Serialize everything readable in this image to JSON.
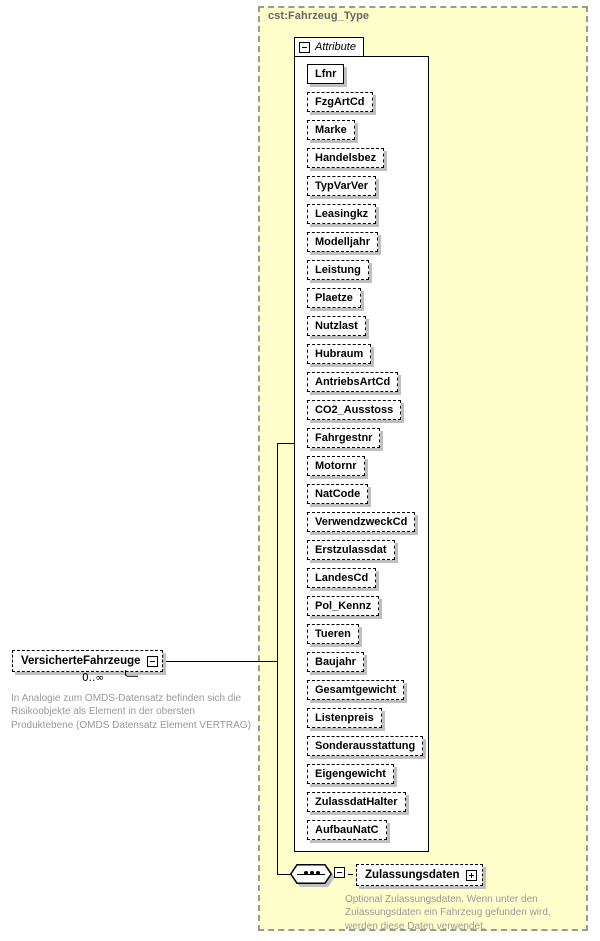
{
  "diagram": {
    "type": "xsd-schema-diagram",
    "colors": {
      "panel_background": "#ffffcc",
      "panel_border": "#999999",
      "box_background": "#ffffff",
      "box_border": "#000000",
      "shadow": "#c0c0c0",
      "annotation_text": "#999999",
      "title_text": "#666666"
    }
  },
  "type_panel": {
    "title": "cst:Fahrzeug_Type",
    "attribute_group": {
      "label": "Attribute",
      "toggle_icon": "minus-box-icon",
      "toggle_state": "expanded",
      "attributes": [
        {
          "name": "Lfnr",
          "use": "required"
        },
        {
          "name": "FzgArtCd",
          "use": "optional"
        },
        {
          "name": "Marke",
          "use": "optional"
        },
        {
          "name": "Handelsbez",
          "use": "optional"
        },
        {
          "name": "TypVarVer",
          "use": "optional"
        },
        {
          "name": "Leasingkz",
          "use": "optional"
        },
        {
          "name": "Modelljahr",
          "use": "optional"
        },
        {
          "name": "Leistung",
          "use": "optional"
        },
        {
          "name": "Plaetze",
          "use": "optional"
        },
        {
          "name": "Nutzlast",
          "use": "optional"
        },
        {
          "name": "Hubraum",
          "use": "optional"
        },
        {
          "name": "AntriebsArtCd",
          "use": "optional"
        },
        {
          "name": "CO2_Ausstoss",
          "use": "optional"
        },
        {
          "name": "Fahrgestnr",
          "use": "optional"
        },
        {
          "name": "Motornr",
          "use": "optional"
        },
        {
          "name": "NatCode",
          "use": "optional"
        },
        {
          "name": "VerwendzweckCd",
          "use": "optional"
        },
        {
          "name": "Erstzulassdat",
          "use": "optional"
        },
        {
          "name": "LandesCd",
          "use": "optional"
        },
        {
          "name": "Pol_Kennz",
          "use": "optional"
        },
        {
          "name": "Tueren",
          "use": "optional"
        },
        {
          "name": "Baujahr",
          "use": "optional"
        },
        {
          "name": "Gesamtgewicht",
          "use": "optional"
        },
        {
          "name": "Listenpreis",
          "use": "optional"
        },
        {
          "name": "Sonderausstattung",
          "use": "optional"
        },
        {
          "name": "Eigengewicht",
          "use": "optional"
        },
        {
          "name": "ZulassdatHalter",
          "use": "optional"
        },
        {
          "name": "AufbauNatC",
          "use": "optional"
        }
      ]
    },
    "compositor": {
      "kind": "sequence",
      "icon": "sequence-icon",
      "toggle_icon": "minus-box-icon"
    },
    "child_elements": [
      {
        "name": "Zulassungsdaten",
        "occurrence": "optional",
        "toggle_icon": "plus-box-icon",
        "toggle_state": "collapsed",
        "annotation": "Optional Zulassungsdaten. Wenn unter den Zulassungsdaten ein Fahrzeug gefunden wird, werden diese Daten verwendet."
      }
    ]
  },
  "root_element": {
    "name": "VersicherteFahrzeuge",
    "occurrence": "optional",
    "cardinality": "0..∞",
    "toggle_icon": "minus-box-icon",
    "toggle_state": "expanded",
    "annotation": "In Analogie zum OMDS-Datensatz befinden sich die Risikoobjekte als Element in der obersten Produktebene (OMDS Datensatz Element VERTRAG)"
  }
}
